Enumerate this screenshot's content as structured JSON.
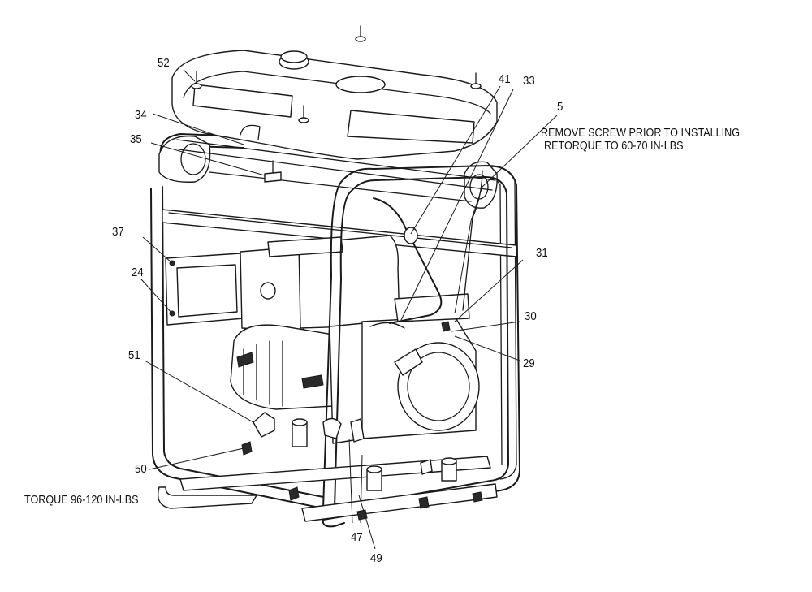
{
  "callouts": [
    "52",
    "34",
    "35",
    "41",
    "33",
    "5",
    "37",
    "24",
    "31",
    "30",
    "51",
    "29",
    "50",
    "47",
    "49"
  ],
  "notes": {
    "remove_screw_line1": "REMOVE SCREW PRIOR TO INSTALLING",
    "remove_screw_line2": "RETORQUE TO 60-70 IN-LBS",
    "torque": "TORQUE 96-120 IN-LBS"
  }
}
